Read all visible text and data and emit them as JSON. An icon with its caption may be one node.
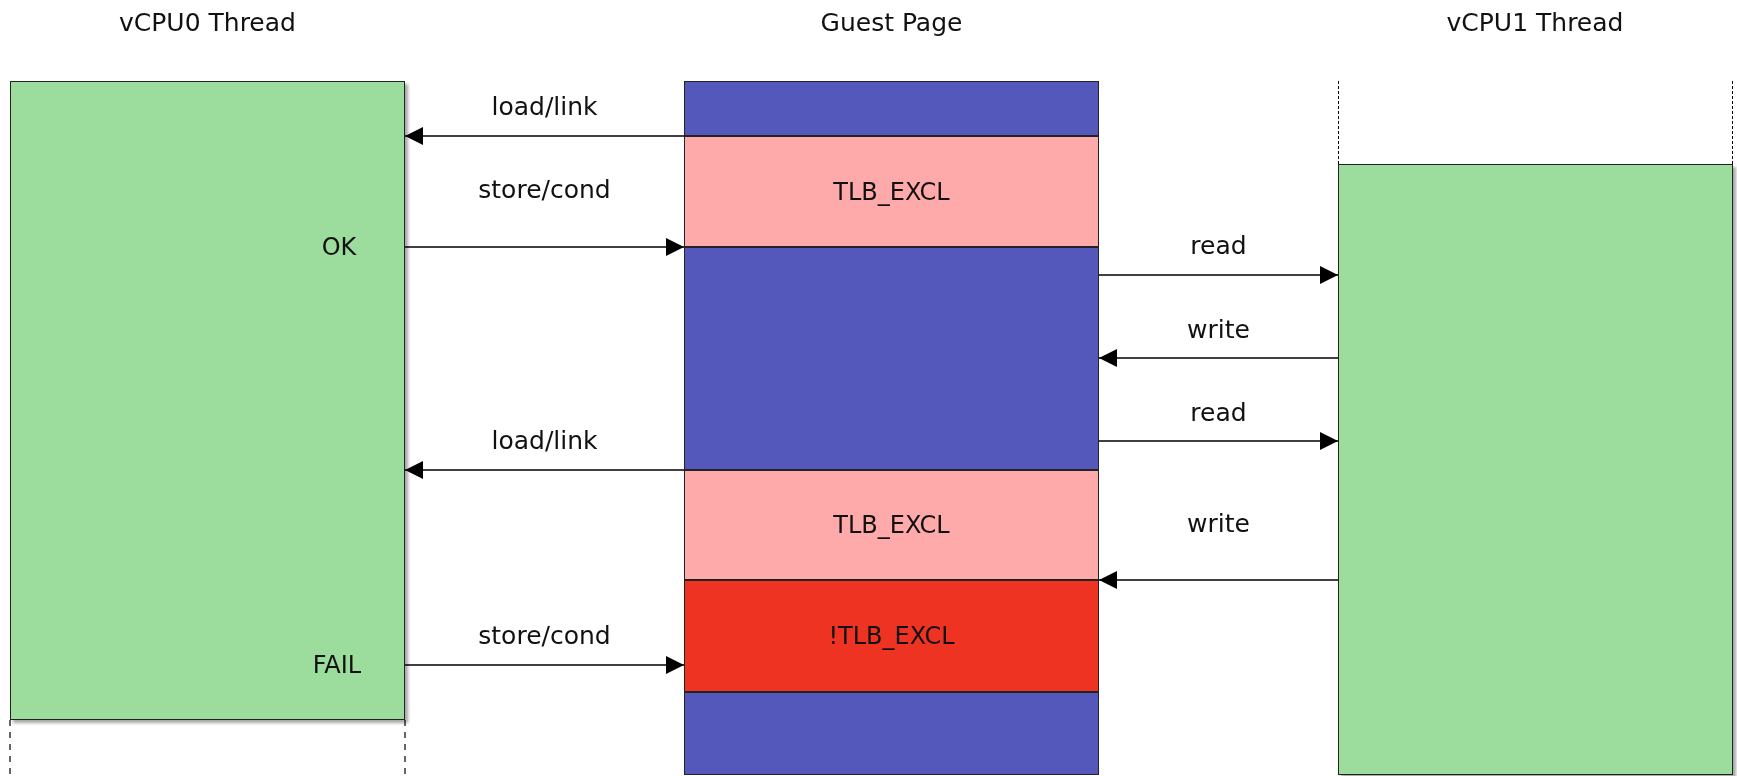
{
  "diagram": {
    "nodes": [
      {
        "text": [
          "vCPU0 Thread",
          "OK",
          "FAIL"
        ]
      },
      {
        "text": [
          "Guest Page"
        ]
      },
      {
        "text": [],
        "shape": "box",
        "in": 1
      },
      {
        "text": [
          "TLB_EXCL"
        ],
        "in": 1
      },
      {
        "text": [],
        "shape": "box",
        "in": 1
      },
      {
        "text": [
          "TLB_EXCL"
        ],
        "in": 1
      },
      {
        "text": [
          "!TLB_EXCL"
        ],
        "in": 1
      },
      {
        "text": [],
        "shape": "box",
        "in": 1
      },
      {
        "text": [],
        "shape": "box"
      }
    ],
    "labels": [
      "vCPU1 Thread"
    ],
    "edges": [
      {
        "from": 1,
        "to": 0,
        "arrow": "to",
        "label": "load/link"
      },
      {
        "from": 0,
        "to": 1,
        "arrow": "to",
        "label": "store/cond"
      },
      {
        "from": 1,
        "to": 8,
        "arrow": "to",
        "label": "read"
      },
      {
        "from": 8,
        "to": 1,
        "arrow": "to",
        "label": "write"
      },
      {
        "from": 1,
        "to": 8,
        "arrow": "to",
        "label": "read"
      },
      {
        "from": 1,
        "to": 0,
        "arrow": "to",
        "label": "load/link"
      },
      {
        "from": 8,
        "to": 1,
        "arrow": "to",
        "label": "write"
      },
      {
        "from": 0,
        "to": 1,
        "arrow": "to",
        "label": "store/cond"
      }
    ]
  }
}
